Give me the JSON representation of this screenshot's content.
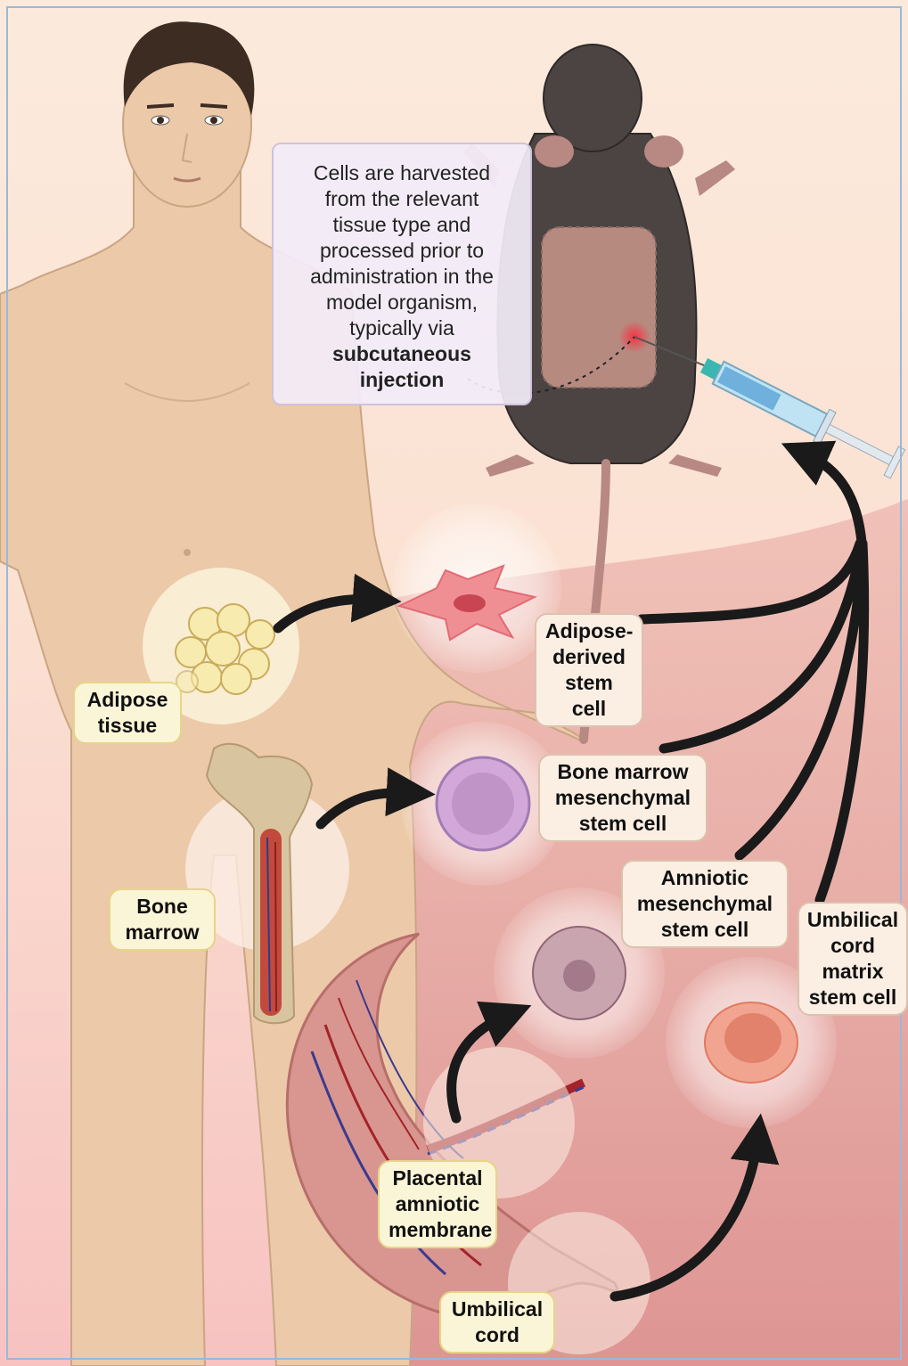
{
  "note": {
    "lines": [
      "Cells are harvested",
      "from the relevant",
      "tissue type and",
      "processed prior to",
      "administration in the",
      "model organism,",
      "typically via"
    ],
    "bold_lines": [
      "subcutaneous",
      "injection"
    ]
  },
  "labels": {
    "adipose_tissue": [
      "Adipose",
      "tissue"
    ],
    "bone_marrow": [
      "Bone",
      "marrow"
    ],
    "adipose_derived": [
      "Adipose-",
      "derived",
      "stem cell"
    ],
    "bm_msc": [
      "Bone marrow",
      "mesenchymal",
      "stem cell"
    ],
    "amniotic_msc": [
      "Amniotic",
      "mesenchymal",
      "stem cell"
    ],
    "umbilical_matrix": [
      "Umbilical",
      "cord",
      "matrix",
      "stem cell"
    ],
    "placental": [
      "Placental",
      "amniotic",
      "membrane"
    ],
    "umbilical_cord": [
      "Umbilical",
      "cord"
    ]
  },
  "colors": {
    "background_top": "#fbe9dc",
    "background_bottom": "#f7c3c2",
    "skin": "#ecc9a8",
    "arrow": "#1a1a1a",
    "label_yellow_fill": "#fbf5d8",
    "label_peach_fill": "#fbeee3",
    "note_fill": "#f2ecf8"
  },
  "icons": [
    "human-figure",
    "mouse",
    "syringe",
    "fat-cells",
    "femur-bone",
    "placenta",
    "adipose-stem-cell",
    "bone-marrow-stem-cell",
    "amniotic-stem-cell",
    "umbilical-stem-cell"
  ]
}
